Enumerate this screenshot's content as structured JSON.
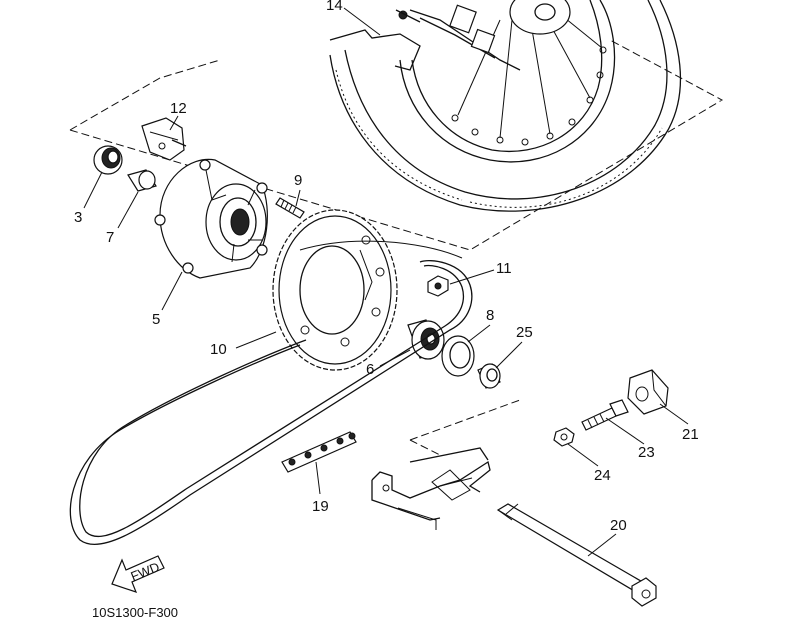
{
  "diagram": {
    "drawing_code": "10S1300-F300",
    "direction_badge": "FWD",
    "part_labels": {
      "p3": "3",
      "p5": "5",
      "p6": "6",
      "p7": "7",
      "p8": "8",
      "p9": "9",
      "p10": "10",
      "p11": "11",
      "p12": "12",
      "p14": "14",
      "p19": "19",
      "p20": "20",
      "p21": "21",
      "p23": "23",
      "p24": "24",
      "p25": "25"
    }
  }
}
